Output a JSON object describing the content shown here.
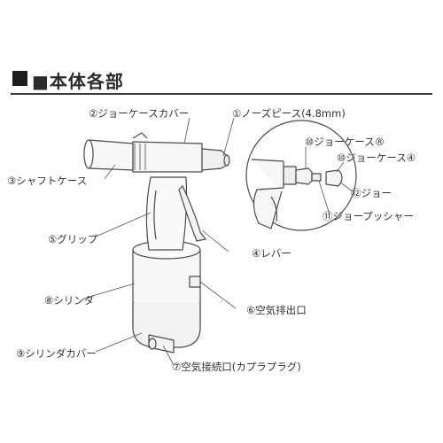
{
  "title": "■本体各部",
  "labels": {
    "nose_piece": "①ノーズピース(4.8mm)",
    "shaft_case_cover": "②ジョーケースカバー",
    "shaft_case": "③シャフトケース",
    "lever": "④レバー",
    "grip": "⑤グリップ",
    "air_exhaust": "⑥空気排出口",
    "air_inlet": "⑦空気接続口(カプラプラグ)",
    "cylinder": "⑧シリンダ",
    "cylinder_cover": "⑨シリンダカバー",
    "jaw_case_b": "⑩ジョーケース®",
    "jaw_case_a": "⑩ジョーケース④",
    "jaw_pusher": "⑪ジョープッシャー",
    "jaw": "⑫ジョー"
  }
}
